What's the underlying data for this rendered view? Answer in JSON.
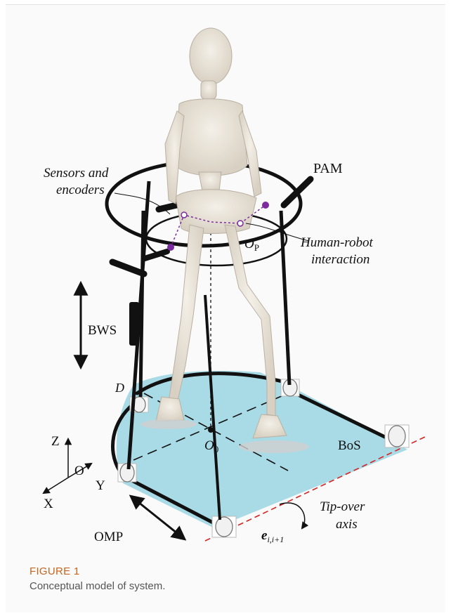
{
  "figure": {
    "labels": {
      "pam": "PAM",
      "sensors_line1": "Sensors and",
      "sensors_line2": "encoders",
      "op_main": "O",
      "op_sub": "P",
      "hri_line1": "Human-robot",
      "hri_line2": "interaction",
      "bws": "BWS",
      "d": "D",
      "o0_main": "O",
      "o0_sub": "0",
      "bos": "BoS",
      "z": "Z",
      "o": "O",
      "y": "Y",
      "x": "X",
      "tip_line1": "Tip-over",
      "tip_line2": "axis",
      "omp": "OMP",
      "e_main": "e",
      "e_sub": "i,i+1"
    },
    "colors": {
      "base_fill": "#a9dbe6",
      "frame": "#111111",
      "dot": "#7b2aa0",
      "axis_line": "#d42323",
      "caption_label": "#c8641e",
      "caption_text": "#555555"
    }
  },
  "caption": {
    "label": "FIGURE 1",
    "text": "Conceptual model of system."
  }
}
